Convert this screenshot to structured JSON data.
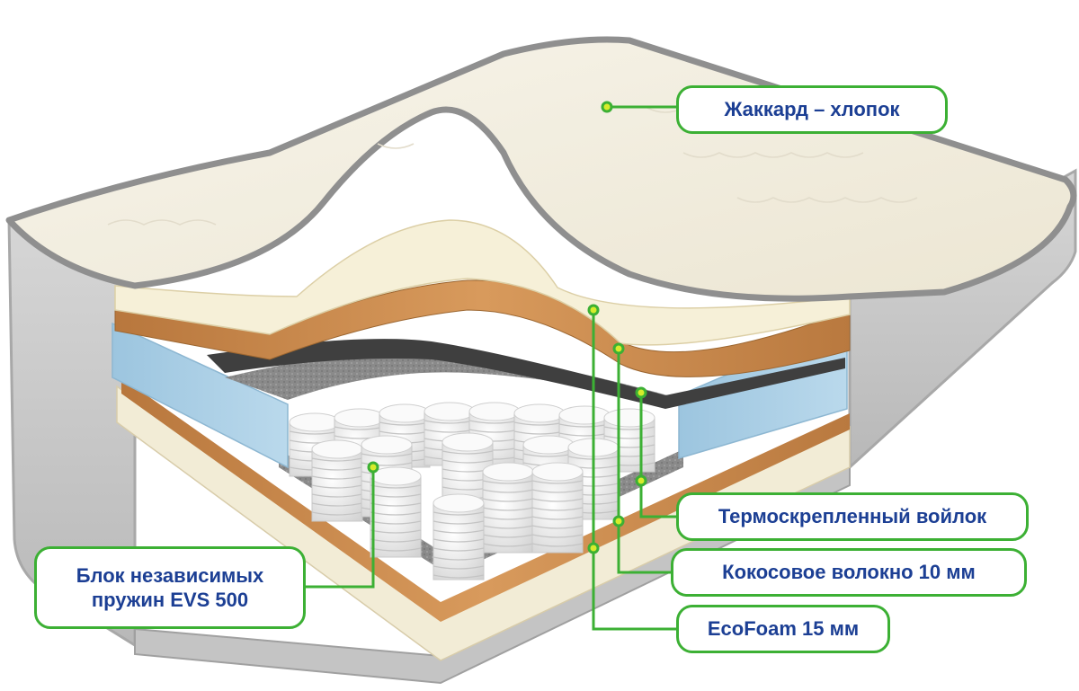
{
  "labels": {
    "jacquard": "Жаккард – хлопок",
    "felt": "Термоскрепленный войлок",
    "coconut": "Кокосовое волокно 10 мм",
    "ecofoam": "EcoFoam 15 мм",
    "spring_block": "Блок независимых\nпружин EVS 500"
  },
  "colors": {
    "callout_green": "#3cb034",
    "label_text": "#1c3f94",
    "cover": "#f3efe2",
    "cover_border": "#9c9c9c",
    "side_fabric": "#c9c9c9",
    "coconut": "#c98a4c",
    "foam_blue": "#a9cde4",
    "felt": "#6f6f6f",
    "latex_cream": "#f5efd9",
    "spring_white": "#f4f4f4"
  }
}
